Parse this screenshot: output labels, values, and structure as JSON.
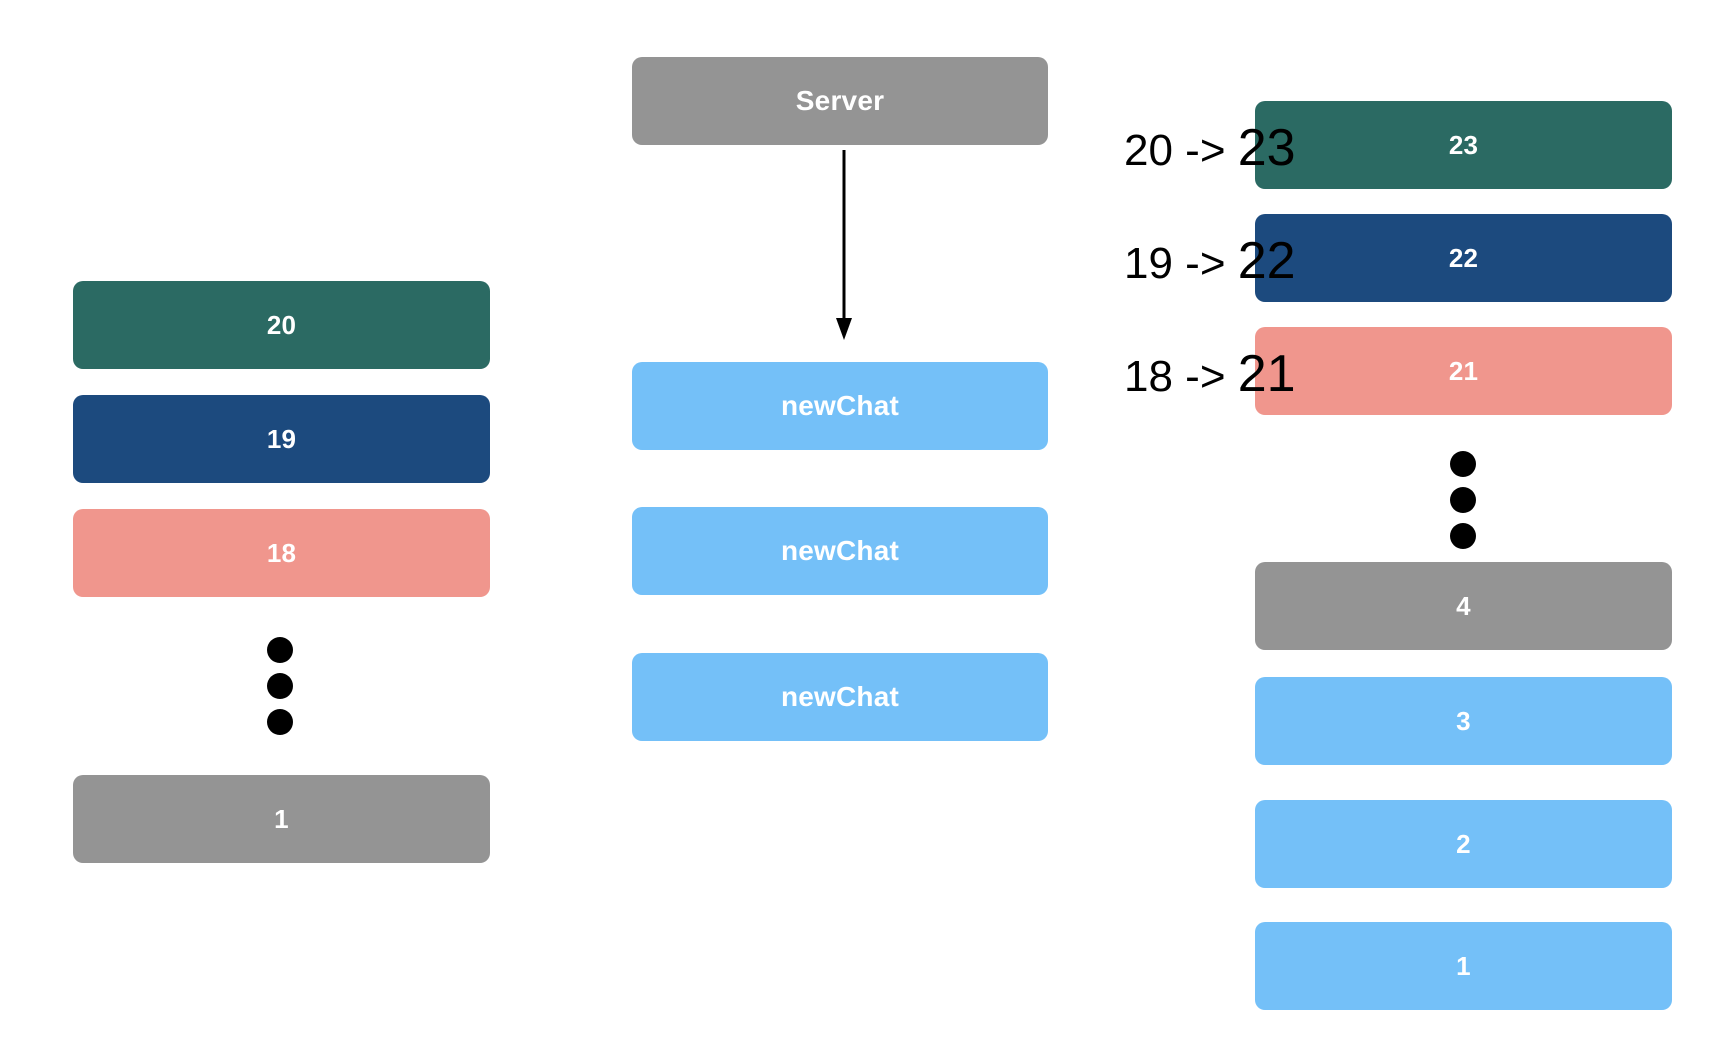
{
  "diagram": {
    "title": "Chat message id remapping between client and server",
    "background": "#ffffff"
  },
  "colors": {
    "green": "#2b6a63",
    "navy": "#1c4a7e",
    "salmon": "#f0968d",
    "gray": "#949494",
    "blue": "#74c0f8",
    "black": "#000000",
    "white": "#ffffff"
  },
  "left_column": {
    "name": "client-message-stack",
    "items": [
      {
        "label": "20",
        "color": "#2b6a63"
      },
      {
        "label": "19",
        "color": "#1c4a7e"
      },
      {
        "label": "18",
        "color": "#f0968d"
      },
      {
        "label": "1",
        "color": "#949494"
      }
    ],
    "ellipsis_dots": 3
  },
  "middle_column": {
    "name": "server-newchat-stack",
    "server": {
      "label": "Server",
      "color": "#949494"
    },
    "arrow": {
      "direction": "down",
      "from": "Server",
      "to": "newChat"
    },
    "items": [
      {
        "label": "newChat",
        "color": "#74c0f8"
      },
      {
        "label": "newChat",
        "color": "#74c0f8"
      },
      {
        "label": "newChat",
        "color": "#74c0f8"
      }
    ]
  },
  "right_column": {
    "name": "server-message-stack",
    "mappings": [
      {
        "from": "20",
        "arrow": "->",
        "to": "23"
      },
      {
        "from": "19",
        "arrow": "->",
        "to": "22"
      },
      {
        "from": "18",
        "arrow": "->",
        "to": "21"
      }
    ],
    "items": [
      {
        "label": "23",
        "color": "#2b6a63"
      },
      {
        "label": "22",
        "color": "#1c4a7e"
      },
      {
        "label": "21",
        "color": "#f0968d"
      },
      {
        "label": "4",
        "color": "#949494"
      },
      {
        "label": "3",
        "color": "#74c0f8"
      },
      {
        "label": "2",
        "color": "#74c0f8"
      },
      {
        "label": "1",
        "color": "#74c0f8"
      }
    ],
    "ellipsis_dots": 3
  }
}
